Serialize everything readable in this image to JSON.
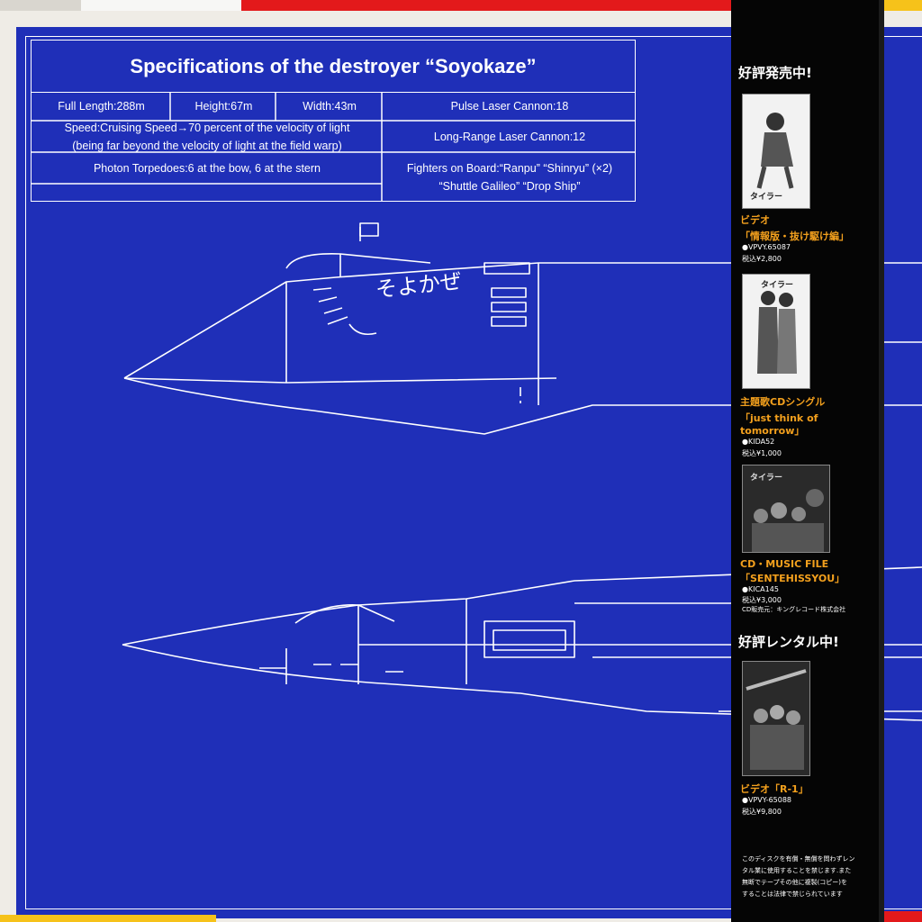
{
  "spec": {
    "title": "Specifications of the destroyer “Soyokaze”",
    "full_length": "Full Length:288m",
    "height": "Height:67m",
    "width": "Width:43m",
    "speed_line1": "Speed:Cruising Speed→70 percent of the velocity of light",
    "speed_line2": "(being far beyond the velocity of light at the field warp)",
    "photon": "Photon Torpedoes:6 at the bow, 6 at the stern",
    "pulse": "Pulse Laser Cannon:18",
    "long_range": "Long-Range Laser Cannon:12",
    "fighters_line1": "Fighters on Board:“Ranpu” “Shinryu” (×2)",
    "fighters_line2": "“Shuttle Galileo” “Drop Ship”"
  },
  "ship_name": "そよかぜ",
  "obi": {
    "on_sale": "好評発売中!",
    "rental": "好評レンタル中!",
    "products": [
      {
        "category": "ビデオ",
        "title": "「情報版・抜け駆け編」",
        "code": "●VPVY.65087",
        "price": "税込¥2,800"
      },
      {
        "category": "主題歌CDシングル",
        "title_line1": "「just think of",
        "title_line2": "tomorrow」",
        "code": "●KIDA52",
        "price": "税込¥1,000"
      },
      {
        "category": "CD・MUSIC FILE",
        "title": "「SENTEHISSYOU」",
        "code": "●KICA145",
        "price": "税込¥3,000",
        "note": "CD販売元：キングレコード株式会社"
      },
      {
        "category": "ビデオ「R-1」",
        "code": "●VPVY-65088",
        "price": "税込¥9,800"
      }
    ],
    "notice_line1": "このディスクを有償・無償を問わずレン",
    "notice_line2": "タル業に使用することを禁じます.また",
    "notice_line3": "無断でテープその他に複製(コピー)を",
    "notice_line4": "することは法律で禁じられています",
    "cover_logo": "タイラー"
  },
  "colors": {
    "blueprint": "#1f2fb8",
    "obi": "#050505",
    "accent": "#f3a01d"
  }
}
